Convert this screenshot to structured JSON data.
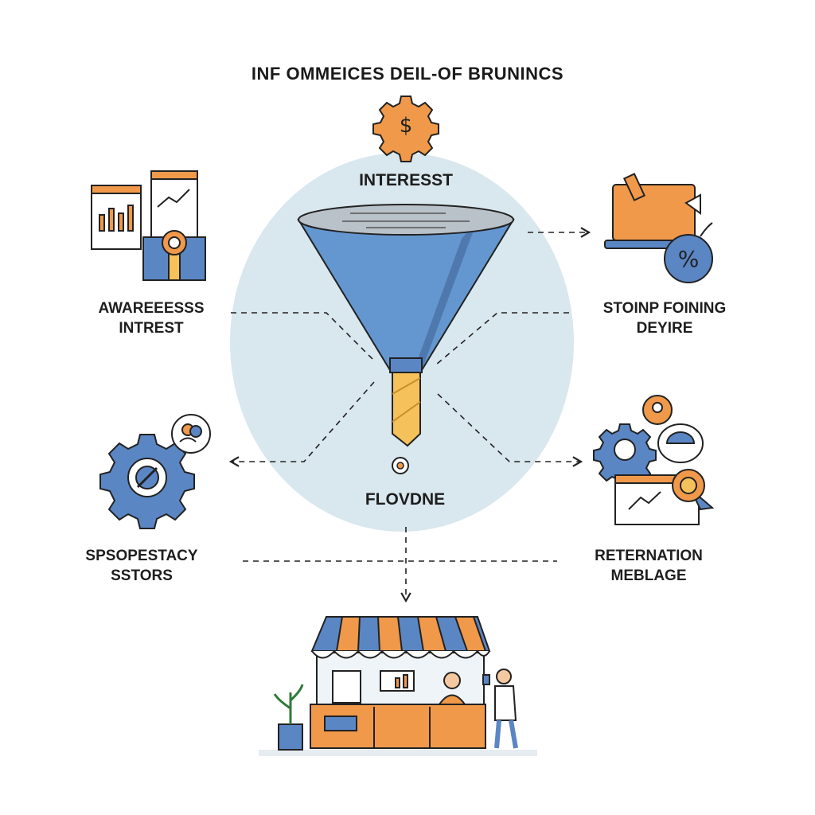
{
  "title": "INF OMMEICES DEIL-OF BRUNINCS",
  "center": {
    "top_label": "INTERESST",
    "bottom_label": "FLOVDNE"
  },
  "stages": [
    {
      "line1": "AWAREEESSS",
      "line2": "INTREST",
      "icon": "report-documents-icon"
    },
    {
      "line1": "STOINP FOINING",
      "line2": "DEYIRE",
      "icon": "laptop-discount-icon"
    },
    {
      "line1": "SPSOPESTACY",
      "line2": "SSTORS",
      "icon": "gear-user-icon"
    },
    {
      "line1": "RETERNATION",
      "line2": "MEBLAGE",
      "icon": "gear-chat-award-icon"
    }
  ],
  "colors": {
    "blue": "#5b86c4",
    "orange": "#f0994a",
    "bubble": "#d9e7ee",
    "yellow": "#f5c15a",
    "ink": "#1e1e1e"
  }
}
